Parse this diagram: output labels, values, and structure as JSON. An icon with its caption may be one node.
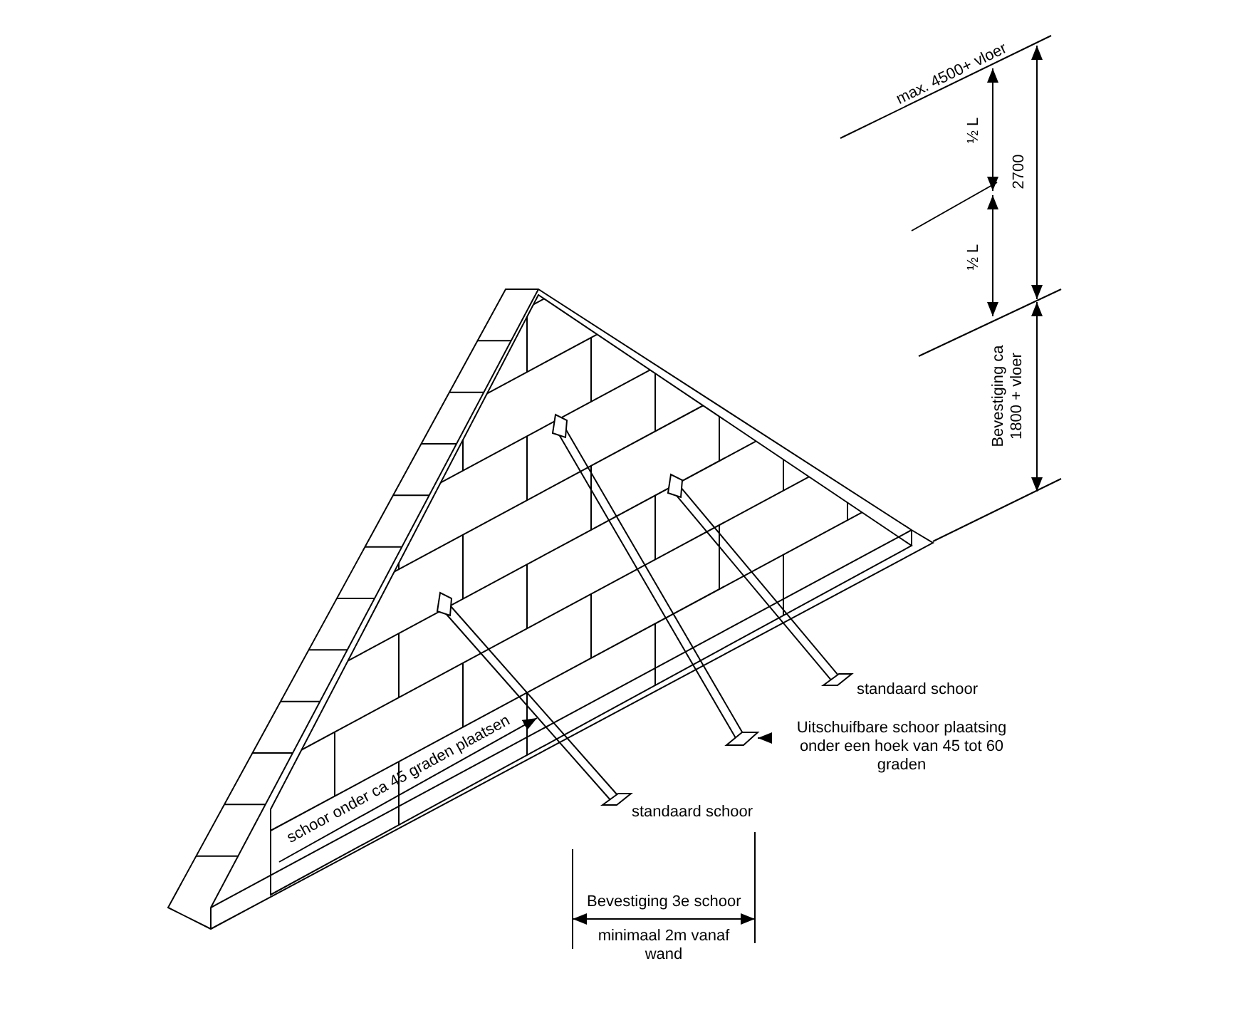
{
  "diagram": {
    "nodes": [
      {
        "text": [
          "Uitschuifbare schoor plaatsing onder een hoek van 45 tot 60 graden"
        ]
      },
      {
        "text": [],
        "shape": "picture"
      }
    ],
    "edges": [
      {
        "from": 0,
        "to": 1,
        "arrow": "to"
      }
    ],
    "labels": [
      "max. 4500+ vloer",
      "½ L",
      "2700",
      "½ L",
      "Bevestiging ca 1800 + vloer",
      "standaard schoor",
      "schoor onder ca 45 graden plaatsen",
      "standaard schoor",
      "Bevestiging 3e schoor",
      "minimaal 2m vanaf wand"
    ]
  }
}
